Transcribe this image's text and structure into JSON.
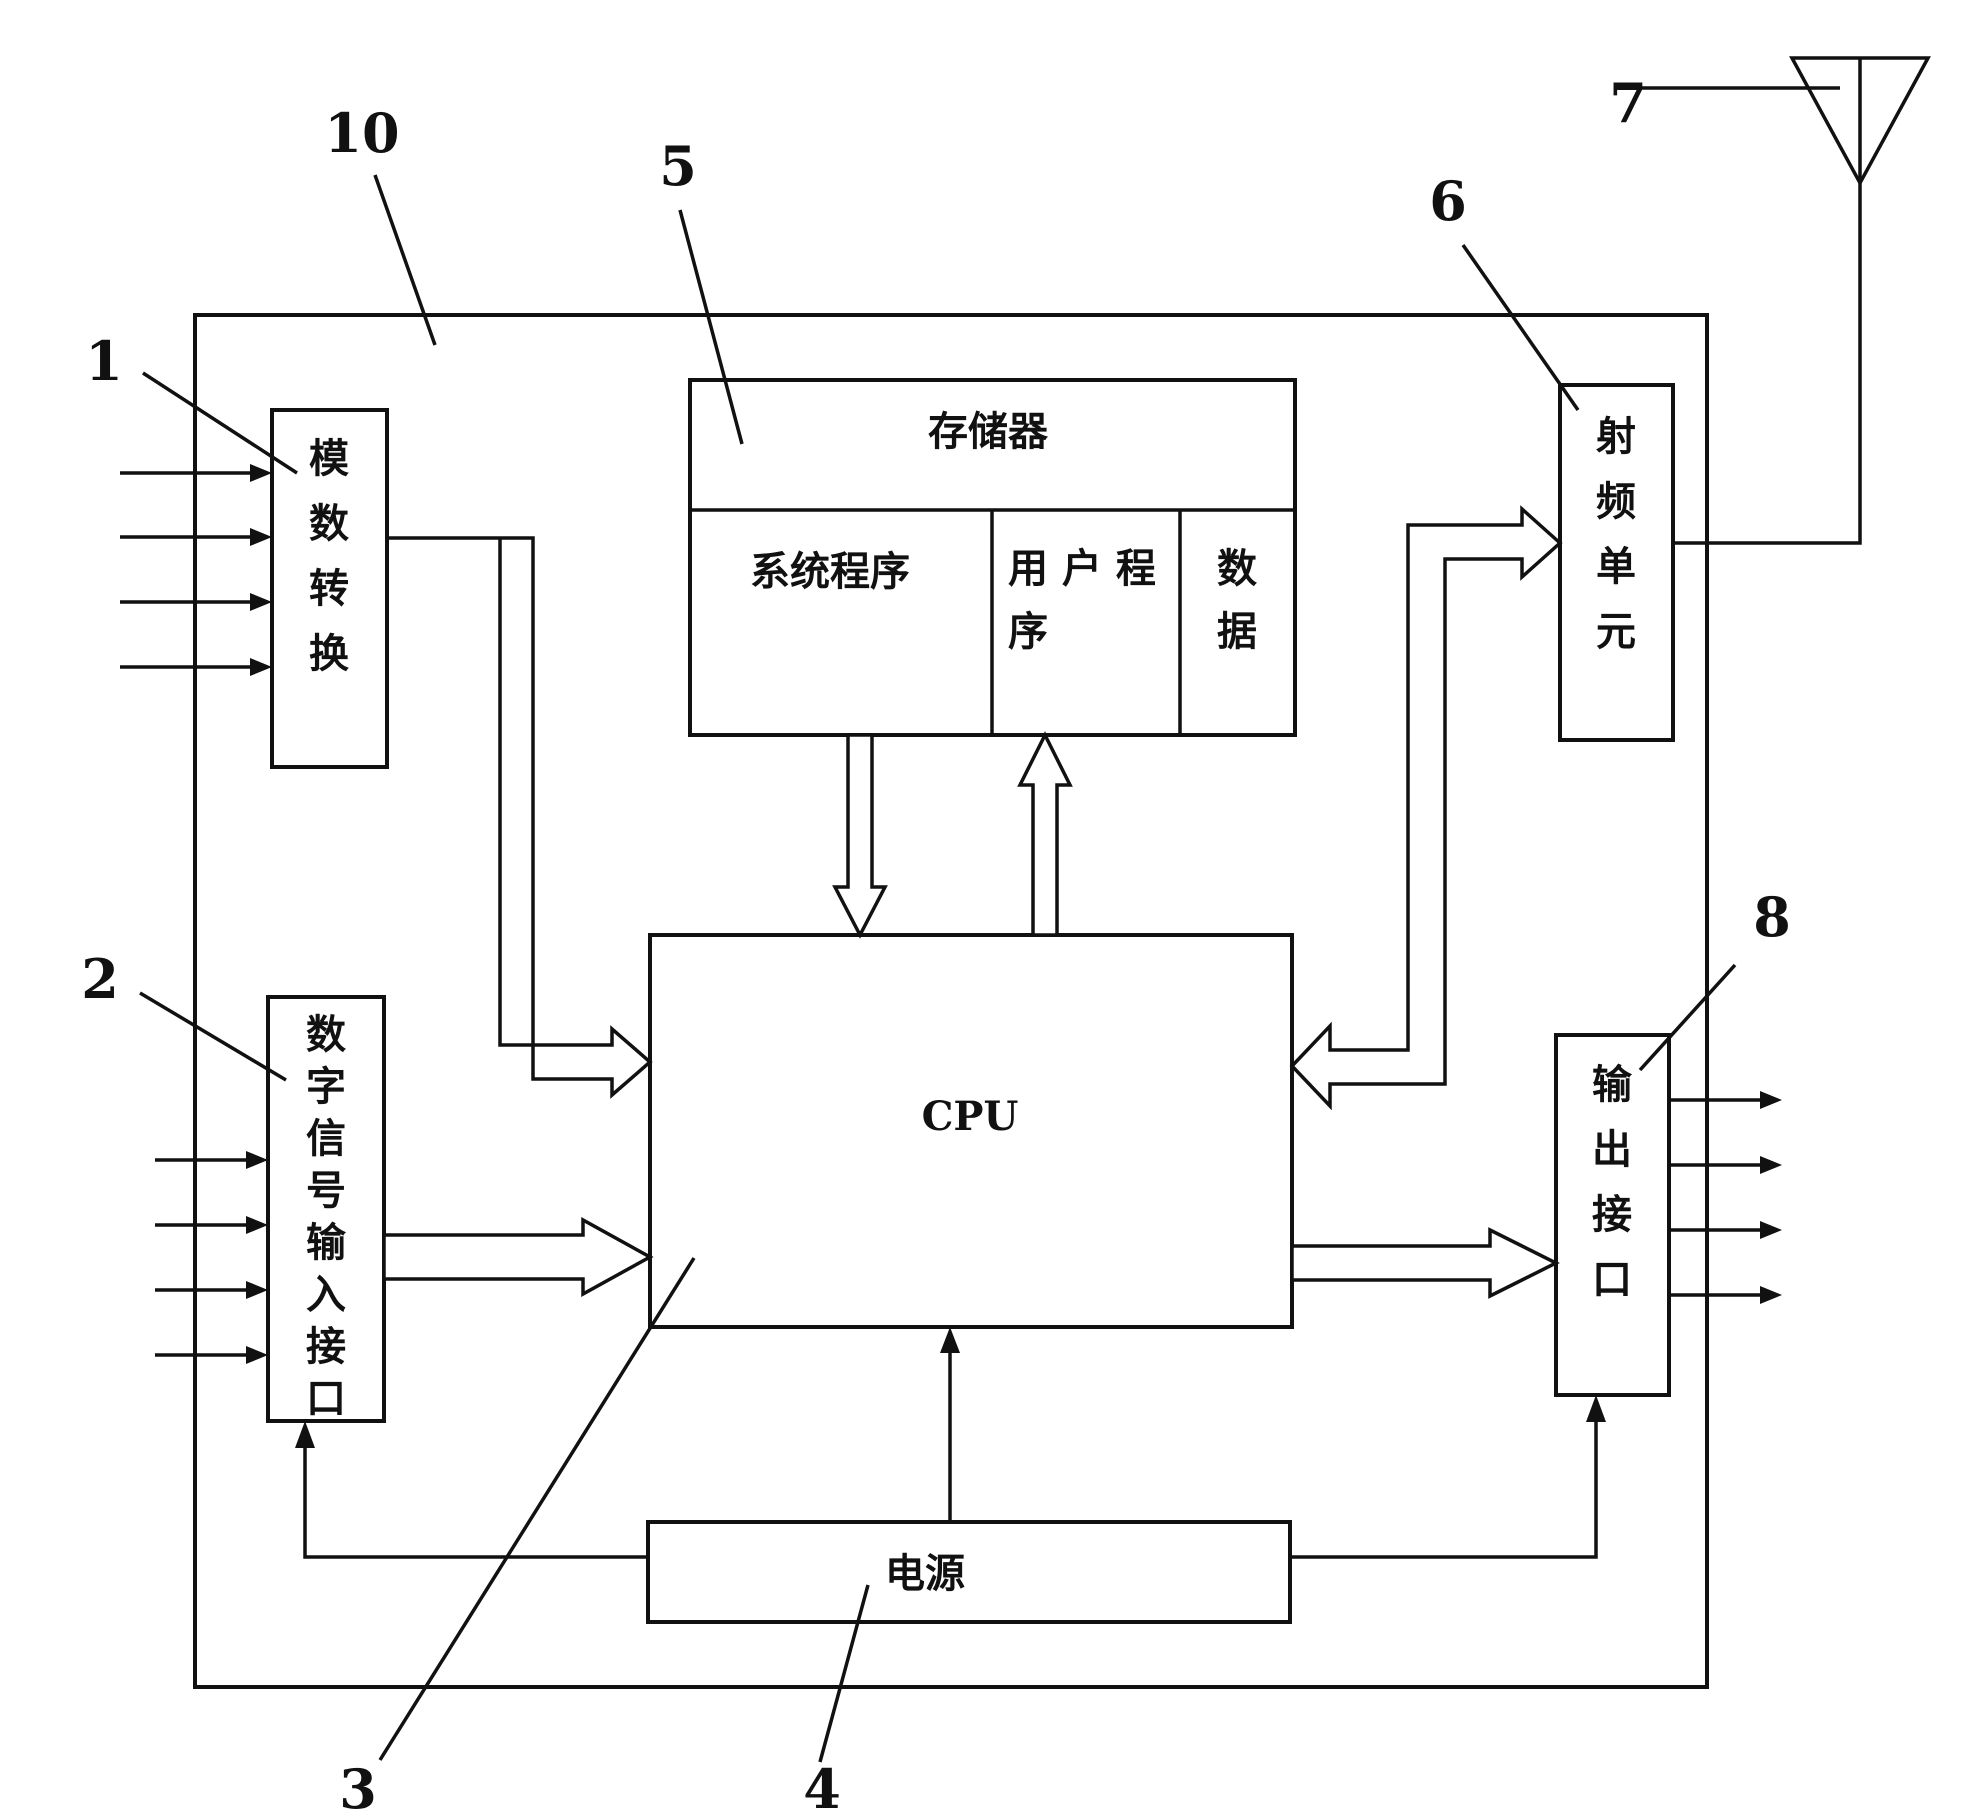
{
  "blocks": {
    "adc": "模数转换",
    "digital_input": "数字信号输入接口",
    "cpu": "CPU",
    "power": "电源",
    "memory": "存储器",
    "system_program": "系统程序",
    "user_program_line1": "用 户 程",
    "user_program_line2": "序",
    "data": "数据",
    "rf_unit": "射频单元",
    "output_interface": "输出接口"
  },
  "callouts": {
    "adc": "1",
    "digital_input": "2",
    "cpu": "3",
    "power": "4",
    "memory": "5",
    "rf_unit": "6",
    "antenna": "7",
    "output_interface": "8",
    "enclosure": "10"
  }
}
